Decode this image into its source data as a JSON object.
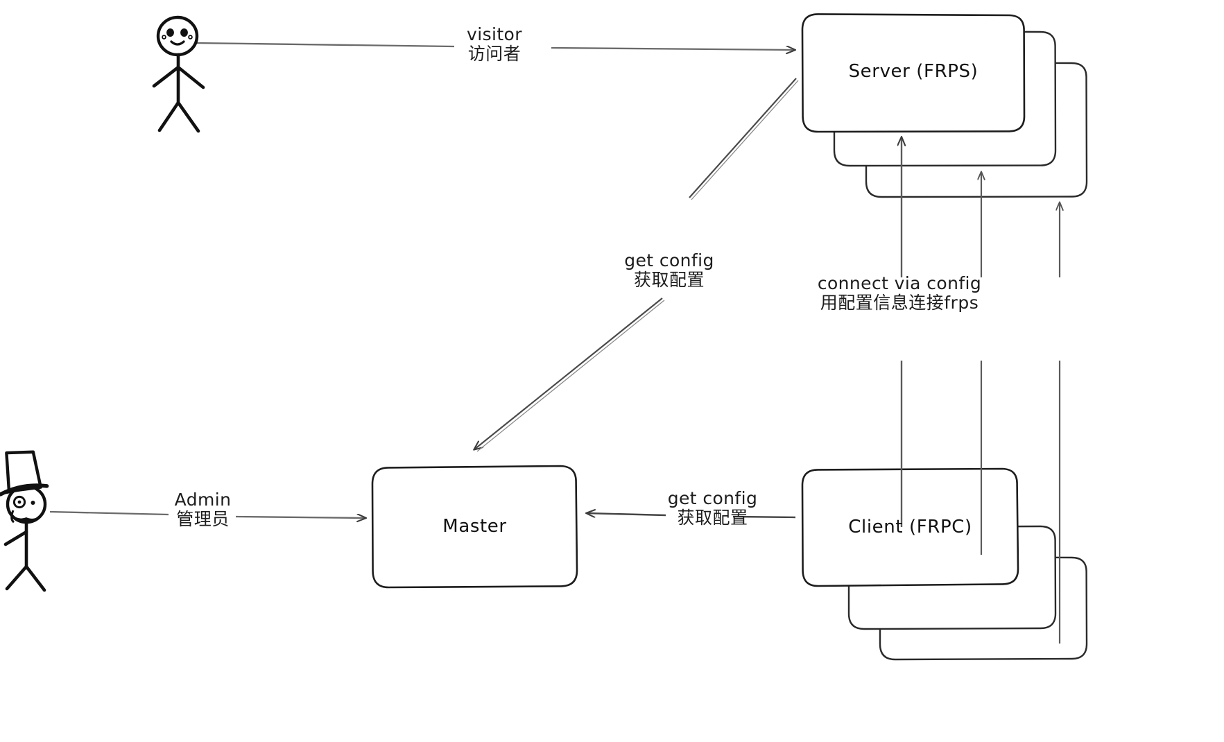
{
  "diagram": {
    "title": "frp architecture",
    "style": "hand-drawn sketch",
    "background_color": "#ffffff",
    "stroke_color": "#1d1d1d",
    "nodes": [
      {
        "id": "visitor",
        "kind": "actor",
        "icon": "stick-figure-smiling-icon",
        "label_en": "visitor",
        "label_zh": "访问者"
      },
      {
        "id": "admin",
        "kind": "actor",
        "icon": "stick-figure-tophat-mustache-icon",
        "label_en": "Admin",
        "label_zh": "管理员"
      },
      {
        "id": "server-frps",
        "kind": "stacked-box",
        "label": "Server (FRPS)",
        "stack_count": 3
      },
      {
        "id": "client-frpc",
        "kind": "stacked-box",
        "label": "Client (FRPC)",
        "stack_count": 3
      },
      {
        "id": "master",
        "kind": "box",
        "label": "Master"
      }
    ],
    "edges": [
      {
        "id": "visitor-to-server",
        "from": "visitor",
        "to": "server-frps",
        "label_en": "visitor",
        "label_zh": "访问者",
        "arrow": "single"
      },
      {
        "id": "admin-to-master",
        "from": "admin",
        "to": "master",
        "label_en": "Admin",
        "label_zh": "管理员",
        "arrow": "single"
      },
      {
        "id": "client-to-master",
        "from": "client-frpc",
        "to": "master",
        "label_en": "get config",
        "label_zh": "获取配置",
        "arrow": "single"
      },
      {
        "id": "server-master-cfg",
        "from": "server-frps",
        "to": "master",
        "label_en": "get config",
        "label_zh": "获取配置",
        "arrow": "double"
      },
      {
        "id": "client-to-server",
        "from": "client-frpc",
        "to": "server-frps",
        "label_en": "connect via config",
        "label_zh": "用配置信息连接frps",
        "arrow": "single"
      }
    ]
  },
  "labels": {
    "visitor_en": "visitor",
    "visitor_zh": "访问者",
    "admin_en": "Admin",
    "admin_zh": "管理员",
    "get_config_diag_en": "get config",
    "get_config_diag_zh": "获取配置",
    "get_config_h_en": "get config",
    "get_config_h_zh": "获取配置",
    "connect_en": "connect via config",
    "connect_zh": "用配置信息连接frps",
    "server_box": "Server (FRPS)",
    "client_box": "Client (FRPC)",
    "master_box": "Master"
  }
}
